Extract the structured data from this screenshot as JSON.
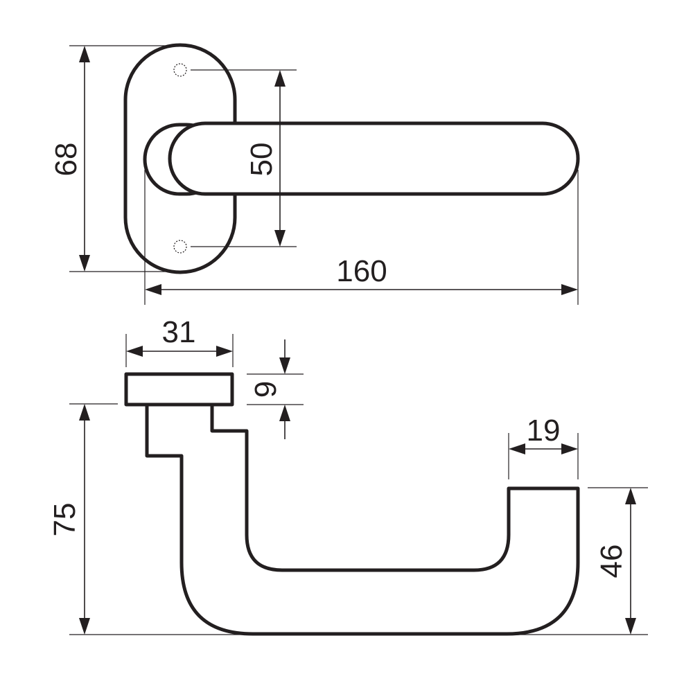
{
  "dimensions": {
    "rosette_height": "68",
    "hole_spacing": "50",
    "lever_length": "160",
    "rosette_width": "31",
    "rosette_thickness": "9",
    "lever_projection": "75",
    "lever_tip_width": "19",
    "lever_drop": "46"
  },
  "colors": {
    "line": "#231f20",
    "background": "#ffffff"
  }
}
